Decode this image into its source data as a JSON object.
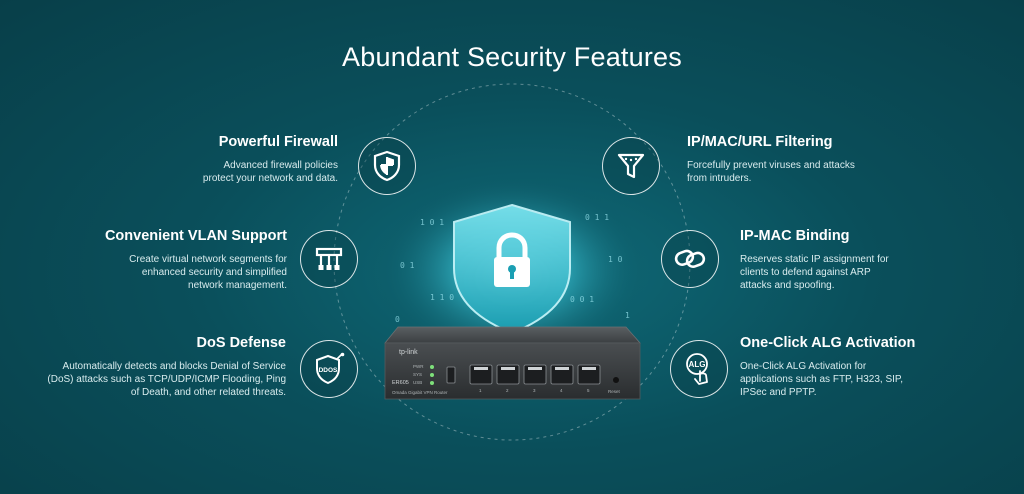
{
  "page": {
    "title": "Abundant Security Features"
  },
  "features": {
    "powerful_firewall": {
      "title": "Powerful Firewall",
      "desc": [
        "Advanced firewall policies",
        "protect your network and data."
      ],
      "icon": "shield-icon"
    },
    "vlan": {
      "title": "Convenient VLAN Support",
      "desc": [
        "Create virtual network segments for",
        "enhanced security and simplified",
        "network management."
      ],
      "icon": "network-icon"
    },
    "dos": {
      "title": "DoS Defense",
      "desc": [
        "Automatically detects and blocks Denial of Service",
        "(DoS) attacks such as TCP/UDP/ICMP Flooding, Ping",
        "of Death, and other related threats."
      ],
      "icon": "ddos-shield-icon",
      "icon_text": "DDOS"
    },
    "filtering": {
      "title": "IP/MAC/URL Filtering",
      "desc": [
        "Forcefully prevent viruses and attacks",
        "from intruders."
      ],
      "icon": "funnel-icon"
    },
    "binding": {
      "title": "IP-MAC Binding",
      "desc": [
        "Reserves static IP assignment for",
        "clients to defend against ARP",
        "attacks and spoofing."
      ],
      "icon": "link-icon"
    },
    "alg": {
      "title": "One-Click ALG Activation",
      "desc": [
        "One-Click ALG Activation for",
        "applications such as FTP, H323, SIP,",
        "IPSec and PPTP."
      ],
      "icon": "alg-hand-icon",
      "icon_text": "ALG"
    }
  },
  "device": {
    "brand": "tp-link",
    "model": "ER605",
    "subtitle": "Omada Gigabit VPN Router",
    "port_labels": [
      "1",
      "2",
      "3",
      "4",
      "5"
    ],
    "reset_label": "Reset",
    "led_labels": [
      "PWR",
      "SYS",
      "USB"
    ]
  },
  "colors": {
    "background": "#0a4f5b",
    "accent": "#6fe3f0",
    "text": "#ffffff",
    "muted_text": "#d9ecee"
  }
}
